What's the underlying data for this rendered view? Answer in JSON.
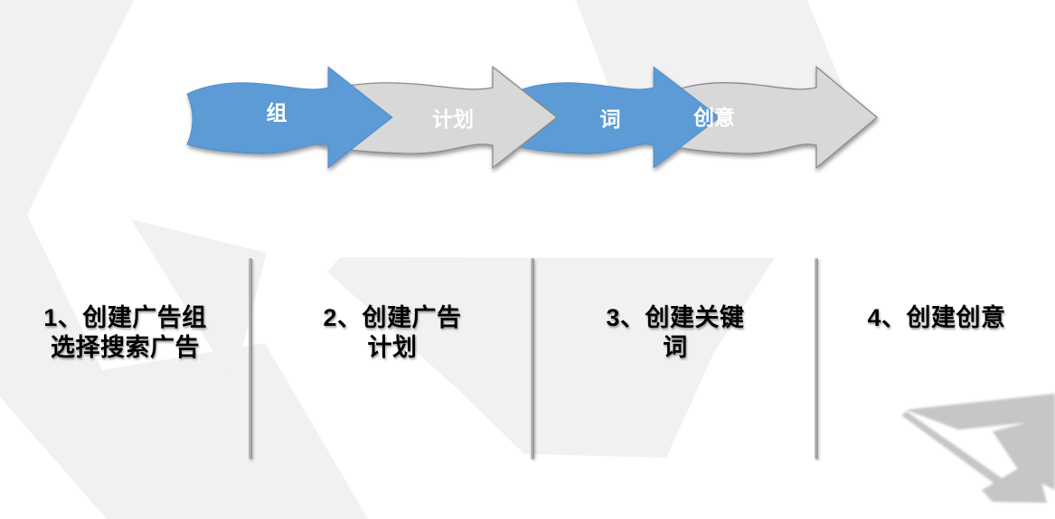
{
  "slide": {
    "background_color": "#ffffff",
    "type": "process-flow-diagram"
  },
  "flow": {
    "arrows": [
      {
        "label": "组",
        "fill": "#5b9bd5",
        "stroke": "#4d88c4",
        "text_color": "#ffffff"
      },
      {
        "label": "计划",
        "fill": "#d8d8d8",
        "stroke": "#8a8a8a",
        "text_color": "#ffffff"
      },
      {
        "label": "词",
        "fill": "#5b9bd5",
        "stroke": "#4d88c4",
        "text_color": "#ffffff"
      },
      {
        "label": "创意",
        "fill": "#d8d8d8",
        "stroke": "#8a8a8a",
        "text_color": "#ffffff"
      }
    ]
  },
  "steps": [
    {
      "lines": [
        "1、创建广告组",
        "选择搜索广告"
      ]
    },
    {
      "lines": [
        "2、创建广告",
        "计划"
      ]
    },
    {
      "lines": [
        "3、创建关键",
        "词"
      ]
    },
    {
      "lines": [
        "4、创建创意"
      ]
    }
  ],
  "colors": {
    "arrow_blue": "#5b9bd5",
    "arrow_gray": "#d8d8d8",
    "watermark_gray": "#f1f1f3",
    "plane_gray": "#c6c6c8",
    "divider_gray": "#9a9a9a",
    "step_text": "#000000"
  }
}
